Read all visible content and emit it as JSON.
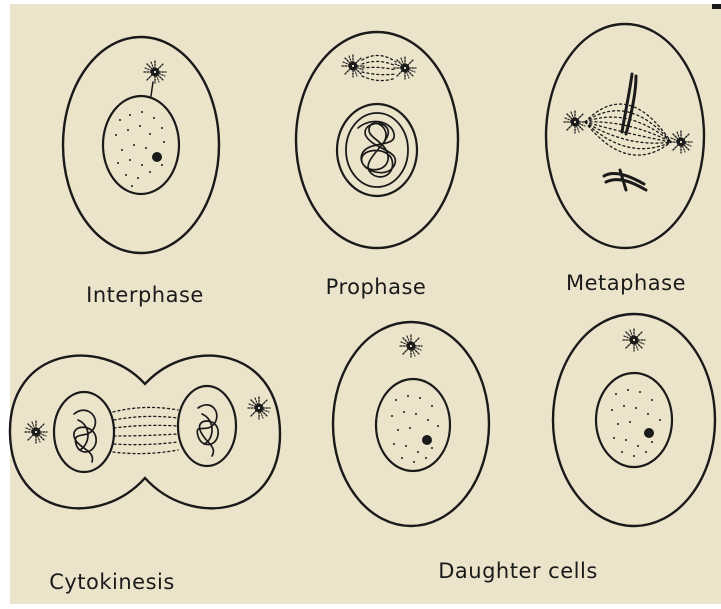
{
  "diagram": {
    "stages": [
      {
        "id": "interphase",
        "label": "Interphase"
      },
      {
        "id": "prophase",
        "label": "Prophase"
      },
      {
        "id": "metaphase",
        "label": "Metaphase"
      },
      {
        "id": "cytokinesis",
        "label": "Cytokinesis"
      },
      {
        "id": "daughter-cells",
        "label": "Daughter cells"
      }
    ]
  },
  "colors": {
    "paper": "#ece3cb",
    "ink": "#1a1a1a",
    "frame": "#ffffff"
  }
}
